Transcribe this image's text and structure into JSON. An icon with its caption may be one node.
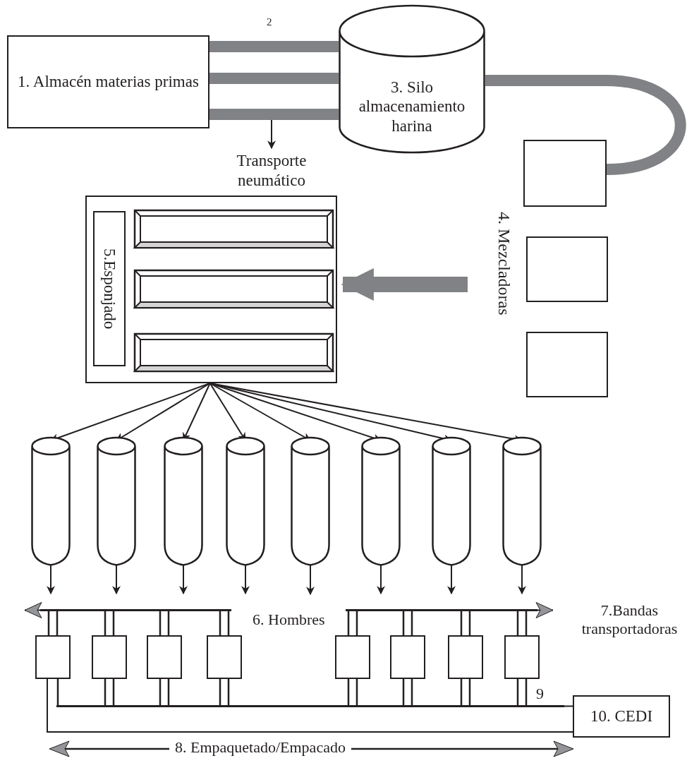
{
  "diagram": {
    "nodes": [
      {
        "text": [
          "1. Almacén materias primas"
        ]
      },
      {
        "text": [
          "3. Silo almacenamiento harina"
        ]
      },
      {
        "text": [],
        "shape": "box"
      },
      {
        "text": [],
        "shape": "box"
      },
      {
        "text": [],
        "shape": "box"
      },
      {
        "text": [],
        "shape": "box"
      },
      {
        "text": [
          "5.Esponjado"
        ],
        "in": 5
      },
      {
        "text": [],
        "shape": "box",
        "in": 5
      },
      {
        "text": [],
        "shape": "box",
        "in": 5
      },
      {
        "text": [],
        "shape": "box",
        "in": 5
      },
      {
        "text": [],
        "shape": "cylinder"
      },
      {
        "text": [],
        "shape": "cylinder"
      },
      {
        "text": [],
        "shape": "cylinder"
      },
      {
        "text": [],
        "shape": "cylinder"
      },
      {
        "text": [],
        "shape": "cylinder"
      },
      {
        "text": [],
        "shape": "cylinder"
      },
      {
        "text": [],
        "shape": "cylinder"
      },
      {
        "text": [],
        "shape": "cylinder"
      },
      {
        "text": [],
        "shape": "box"
      },
      {
        "text": [],
        "shape": "box"
      },
      {
        "text": [],
        "shape": "box"
      },
      {
        "text": [],
        "shape": "box"
      },
      {
        "text": [],
        "shape": "box"
      },
      {
        "text": [],
        "shape": "box"
      },
      {
        "text": [],
        "shape": "box"
      },
      {
        "text": [],
        "shape": "box"
      },
      {
        "text": [
          "10. CEDI"
        ]
      },
      {
        "text": [
          "Transporte neumático"
        ]
      },
      {
        "text": [],
        "shape": "bar"
      },
      {
        "text": [],
        "shape": "bar"
      },
      {
        "text": [],
        "shape": "bar"
      }
    ],
    "edges": [
      {
        "from": 0,
        "to": 1,
        "arrow": "none",
        "style": "thick",
        "color": "#808285"
      },
      {
        "from": 0,
        "to": 1,
        "arrow": "none",
        "style": "thick",
        "color": "#808285"
      },
      {
        "from": 0,
        "to": 1,
        "arrow": "none",
        "style": "thick",
        "color": "#808285"
      },
      {
        "from": 1,
        "to": 2,
        "arrow": "none",
        "style": "thick",
        "color": "#808285"
      },
      {
        "from": null,
        "to": 5,
        "arrow": "to",
        "style": "thick",
        "color": "#808285"
      },
      {
        "from": null,
        "to": 27,
        "arrow": "to"
      },
      {
        "from": 5,
        "to": 10,
        "arrow": "to"
      },
      {
        "from": 5,
        "to": 11,
        "arrow": "to"
      },
      {
        "from": 5,
        "to": 12,
        "arrow": "to"
      },
      {
        "from": 5,
        "to": 13,
        "arrow": "to"
      },
      {
        "from": 5,
        "to": 14,
        "arrow": "to"
      },
      {
        "from": 5,
        "to": 15,
        "arrow": "to"
      },
      {
        "from": 5,
        "to": 16,
        "arrow": "to"
      },
      {
        "from": 5,
        "to": 17,
        "arrow": "to"
      },
      {
        "from": 10,
        "to": 28,
        "arrow": "to"
      },
      {
        "from": 11,
        "to": 28,
        "arrow": "to"
      },
      {
        "from": 12,
        "to": 28,
        "arrow": "to"
      },
      {
        "from": 13,
        "to": 28,
        "arrow": "to"
      },
      {
        "from": 14,
        "to": null,
        "arrow": "to"
      },
      {
        "from": 15,
        "to": 29,
        "arrow": "to"
      },
      {
        "from": 16,
        "to": 29,
        "arrow": "to"
      },
      {
        "from": 17,
        "to": 29,
        "arrow": "to"
      },
      {
        "from": 18,
        "to": 30,
        "arrow": "none"
      },
      {
        "from": 18,
        "to": 26,
        "arrow": "none"
      },
      {
        "from": 18,
        "to": 28,
        "arrow": "none"
      },
      {
        "from": 19,
        "to": 28,
        "arrow": "none"
      },
      {
        "from": 20,
        "to": 28,
        "arrow": "none"
      },
      {
        "from": 21,
        "to": 28,
        "arrow": "none"
      },
      {
        "from": 22,
        "to": 29,
        "arrow": "none"
      },
      {
        "from": 23,
        "to": 29,
        "arrow": "none"
      },
      {
        "from": 24,
        "to": 29,
        "arrow": "none"
      },
      {
        "from": 25,
        "to": 29,
        "arrow": "none"
      },
      {
        "from": 19,
        "to": 30,
        "arrow": "none"
      },
      {
        "from": 20,
        "to": 30,
        "arrow": "none"
      },
      {
        "from": 21,
        "to": 30,
        "arrow": "none"
      },
      {
        "from": 22,
        "to": 30,
        "arrow": "none"
      },
      {
        "from": 23,
        "to": 30,
        "arrow": "none"
      },
      {
        "from": 24,
        "to": 30,
        "arrow": "none"
      },
      {
        "from": 25,
        "to": 30,
        "arrow": "none"
      },
      {
        "from": 30,
        "to": 26,
        "arrow": "none"
      },
      {
        "from": 28,
        "to": null,
        "arrow": "to"
      },
      {
        "from": 29,
        "to": null,
        "arrow": "to"
      }
    ],
    "labels": [
      "2",
      "4. Mezcladoras",
      "6. Hombres",
      "7.Bandas transportadoras",
      "9",
      "8. Empaquetado/Empacado"
    ]
  }
}
